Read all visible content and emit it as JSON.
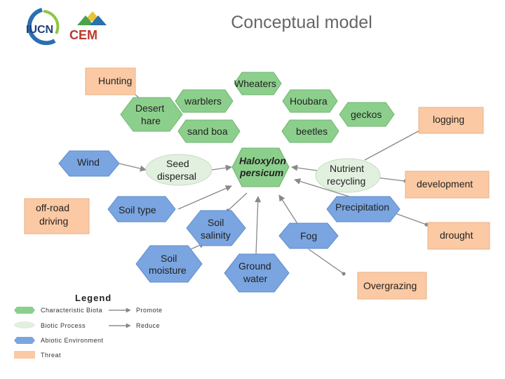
{
  "header": {
    "title": "Conceptual model",
    "logo_iucn": "IUCN",
    "logo_cem": "CEM"
  },
  "colors": {
    "biota": "#8ccf8c",
    "biotic_process": "#e2f0df",
    "abiotic": "#7aa5e0",
    "threat": "#fbc9a3",
    "arrow": "#888888"
  },
  "nodes": {
    "hunting": "Hunting",
    "wheaters": "Wheaters",
    "desert_hare_1": "Desert",
    "desert_hare_2": "hare",
    "warblers": "warblers",
    "houbara": "Houbara",
    "geckos": "geckos",
    "logging": "logging",
    "sand_boa": "sand boa",
    "beetles": "beetles",
    "wind": "Wind",
    "seed_dispersal_1": "Seed",
    "seed_dispersal_2": "dispersal",
    "haloxylon_1": "Haloxylon",
    "haloxylon_2": "persicum",
    "nutrient_recycling_1": "Nutrient",
    "nutrient_recycling_2": "recycling",
    "development": "development",
    "off_road_1": "off-road",
    "off_road_2": "driving",
    "soil_type": "Soil type",
    "soil_salinity_1": "Soil",
    "soil_salinity_2": "salinity",
    "precipitation": "Precipitation",
    "fog": "Fog",
    "drought": "drought",
    "soil_moisture_1": "Soil",
    "soil_moisture_2": "moisture",
    "ground_water_1": "Ground",
    "ground_water_2": "water",
    "overgrazing": "Overgrazing"
  },
  "legend": {
    "title": "Legend",
    "characteristic_biota": "Characteristic Biota",
    "biotic_process": "Biotic Process",
    "abiotic_environment": "Abiotic Environment",
    "threat": "Threat",
    "promote": "Promote",
    "reduce": "Reduce"
  }
}
